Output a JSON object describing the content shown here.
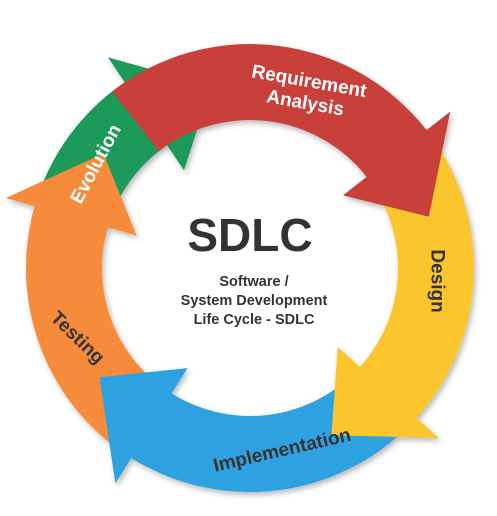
{
  "diagram": {
    "center": {
      "title": "SDLC",
      "subtitle_lines": [
        "Software /",
        "System Development",
        "Life Cycle - SDLC"
      ]
    },
    "stages": [
      {
        "label_lines": [
          "Requirement",
          "Analysis"
        ],
        "color": "#c9413b",
        "text_color": "#ffffff"
      },
      {
        "label_lines": [
          "Design"
        ],
        "color": "#fbc52e",
        "text_color": "#333333"
      },
      {
        "label_lines": [
          "Implementation"
        ],
        "color": "#2da2e0",
        "text_color": "#333333"
      },
      {
        "label_lines": [
          "Testing"
        ],
        "color": "#f68b3a",
        "text_color": "#333333"
      },
      {
        "label_lines": [
          "Evolution"
        ],
        "color": "#1b9a5a",
        "text_color": "#ffffff"
      }
    ],
    "center_title_color": "#333333",
    "center_subtitle_color": "#333333"
  }
}
